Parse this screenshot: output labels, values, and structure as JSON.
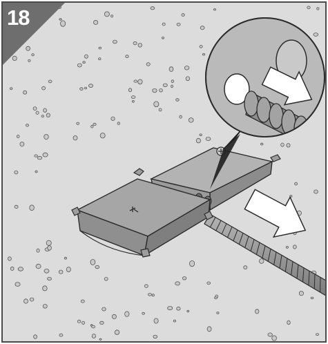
{
  "step": {
    "number": "18"
  },
  "colors": {
    "background": "#dcdcdc",
    "speckle": "#c9c9c9",
    "speckle_stroke": "#555555",
    "device_top": "#a9a9a9",
    "device_side": "#8f8f8f",
    "badge": "#6e6e6e",
    "arrow_fill": "#ffffff",
    "line": "#2b2b2b"
  },
  "icons": [
    "installation-diagram",
    "insert-arrow",
    "zoom-callout"
  ]
}
